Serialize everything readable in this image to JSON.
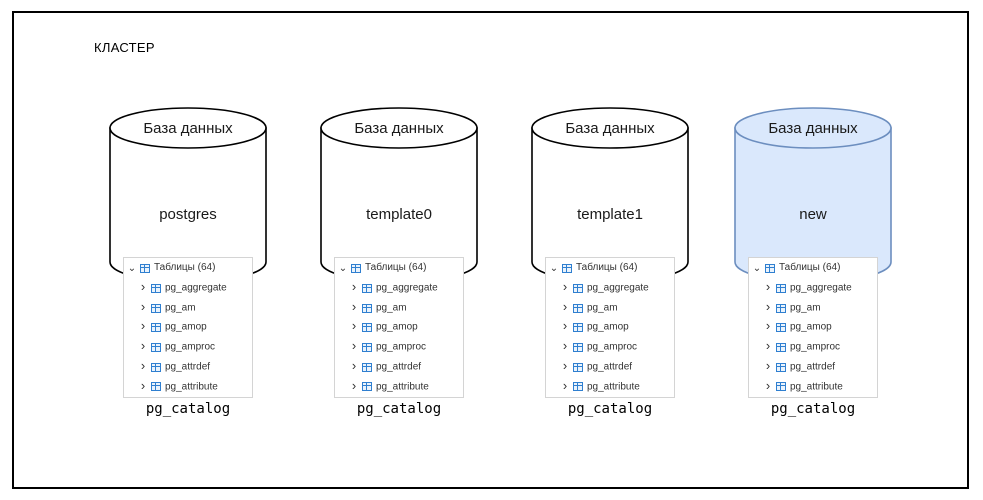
{
  "cluster_label": "КЛАСТЕР",
  "colors": {
    "default_fill": "#ffffff",
    "default_stroke": "#000000",
    "highlight_fill": "#dae8fc",
    "highlight_stroke": "#6c8ebf"
  },
  "databases": [
    {
      "title": "База данных",
      "name": "postgres",
      "highlighted": false,
      "tree": {
        "root_label": "Таблицы (64)",
        "items": [
          "pg_aggregate",
          "pg_am",
          "pg_amop",
          "pg_amproc",
          "pg_attrdef",
          "pg_attribute"
        ]
      },
      "schema_label": "pg_catalog"
    },
    {
      "title": "База данных",
      "name": "template0",
      "highlighted": false,
      "tree": {
        "root_label": "Таблицы (64)",
        "items": [
          "pg_aggregate",
          "pg_am",
          "pg_amop",
          "pg_amproc",
          "pg_attrdef",
          "pg_attribute"
        ]
      },
      "schema_label": "pg_catalog"
    },
    {
      "title": "База данных",
      "name": "template1",
      "highlighted": false,
      "tree": {
        "root_label": "Таблицы (64)",
        "items": [
          "pg_aggregate",
          "pg_am",
          "pg_amop",
          "pg_amproc",
          "pg_attrdef",
          "pg_attribute"
        ]
      },
      "schema_label": "pg_catalog"
    },
    {
      "title": "База данных",
      "name": "new",
      "highlighted": true,
      "tree": {
        "root_label": "Таблицы (64)",
        "items": [
          "pg_aggregate",
          "pg_am",
          "pg_amop",
          "pg_amproc",
          "pg_attrdef",
          "pg_attribute"
        ]
      },
      "schema_label": "pg_catalog"
    }
  ]
}
